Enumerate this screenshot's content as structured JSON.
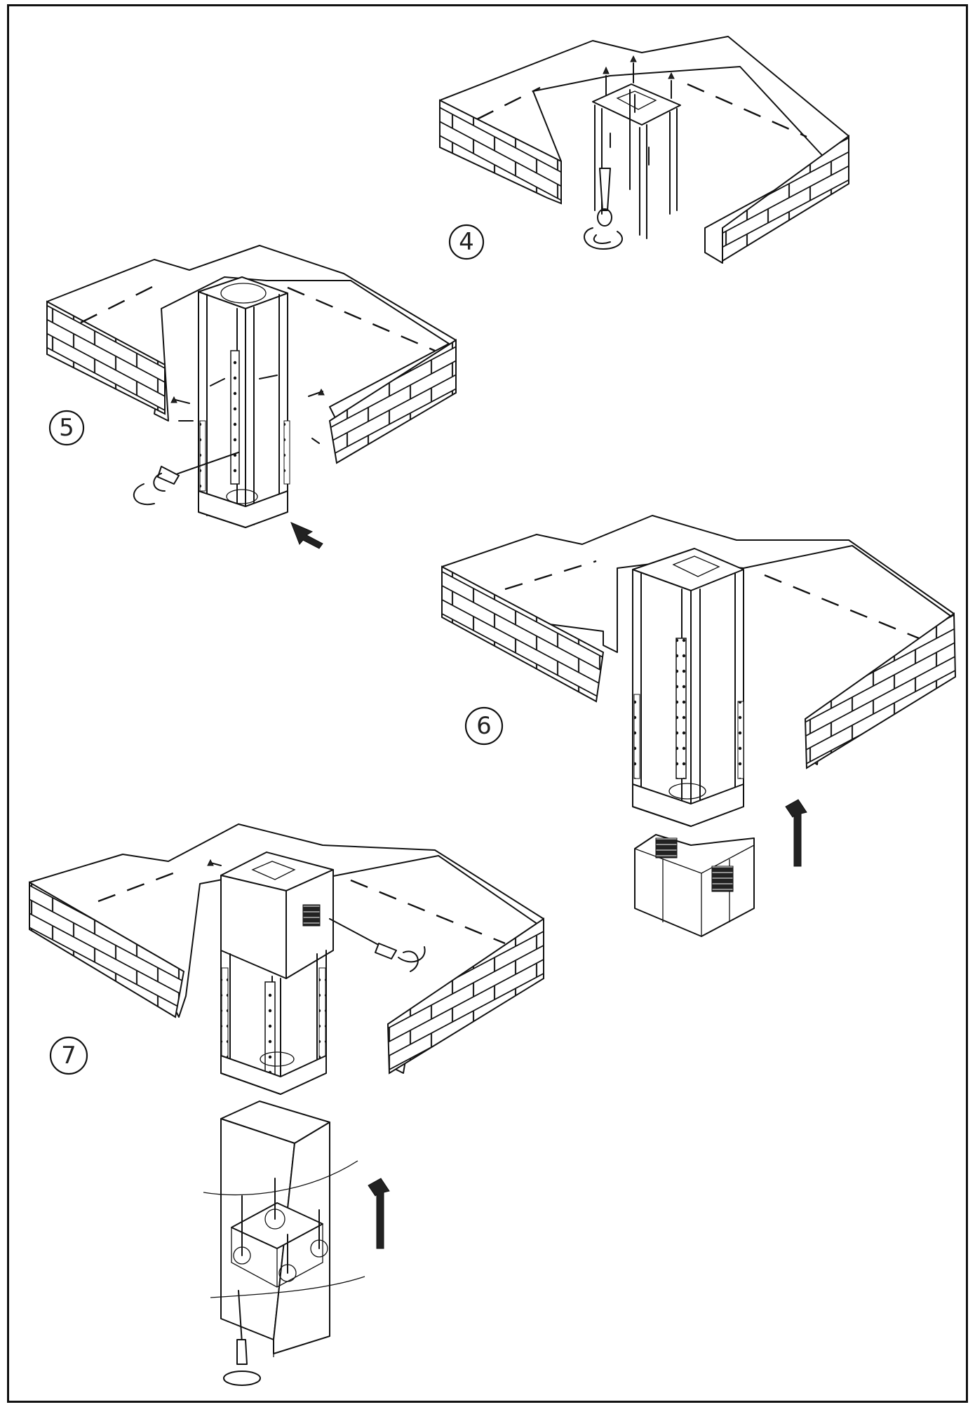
{
  "steps": [
    {
      "number": "4"
    },
    {
      "number": "5"
    },
    {
      "number": "6"
    },
    {
      "number": "7"
    }
  ],
  "colors": {
    "line": "#111111",
    "background": "#ffffff"
  },
  "icons": [
    "screw-icon",
    "wall-plug-icon",
    "rotate-arrow-icon",
    "direction-arrow-icon"
  ]
}
